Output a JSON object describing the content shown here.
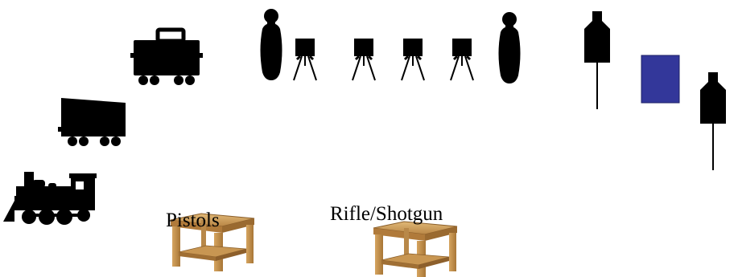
{
  "labels": {
    "pistols": "Pistols",
    "rifle_shotgun": "Rifle/Shotgun"
  },
  "colors": {
    "silhouette": "#000000",
    "blue_target": "#33379a",
    "table_wood": "#c8974f"
  },
  "items": {
    "train": [
      "locomotive",
      "coal-car",
      "boxcar"
    ],
    "targets": [
      "bowling-pin-target",
      "plate-target",
      "plate-target",
      "plate-target",
      "plate-target",
      "bowling-pin-target",
      "silhouette-target-on-pole",
      "blue-rectangle-target",
      "silhouette-target-on-pole"
    ],
    "tables": [
      "pistols-table",
      "rifle-shotgun-table"
    ]
  }
}
